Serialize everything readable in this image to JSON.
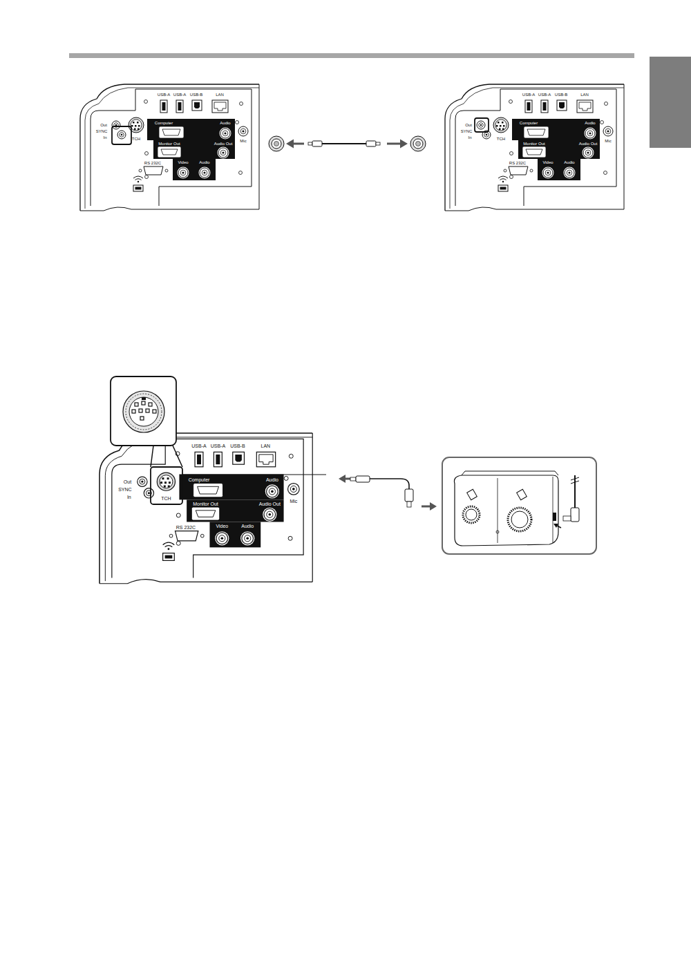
{
  "diagram": {
    "labels": [
      "USB-A",
      "USB-A",
      "USB-B",
      "LAN",
      "Out",
      "SYNC",
      "In",
      "TCH",
      "Computer",
      "Audio",
      "Mic",
      "Monitor Out",
      "Audio Out",
      "RS 232C",
      "Video",
      "Audio",
      "USB-A",
      "USB-A",
      "USB-B",
      "LAN",
      "Out",
      "SYNC",
      "In",
      "TCH",
      "Computer",
      "Audio",
      "Mic",
      "Monitor Out",
      "Audio Out",
      "RS 232C",
      "Video",
      "Audio",
      "USB-A",
      "USB-A",
      "USB-B",
      "LAN",
      "Out",
      "SYNC",
      "In",
      "TCH",
      "Computer",
      "Audio",
      "Mic",
      "Monitor Out",
      "Audio Out",
      "RS 232C",
      "Video",
      "Audio"
    ]
  }
}
